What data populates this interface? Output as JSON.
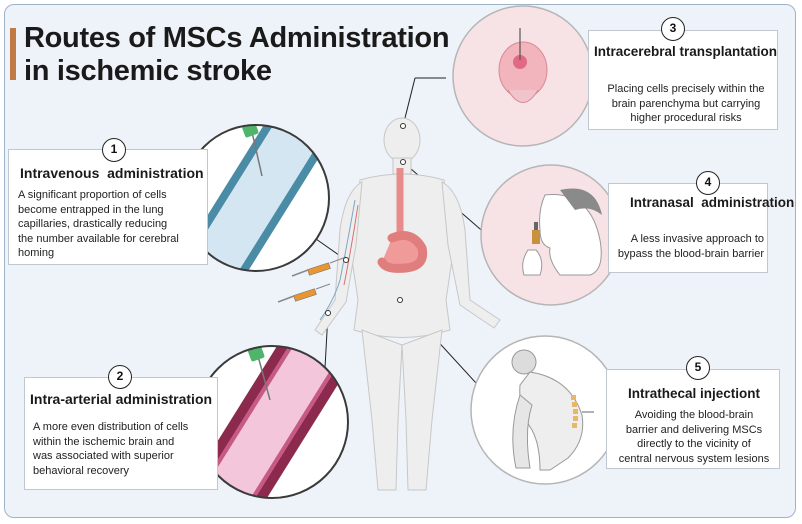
{
  "title": {
    "line1": "Routes of MSCs Administration",
    "line2": "in ischemic stroke"
  },
  "routes": [
    {
      "number": "1",
      "heading": "Intravenous  administration",
      "desc": [
        "A significant proportion of cells",
        "become entrapped in the lung",
        "capillaries, drastically reducing",
        "the number available for cerebral",
        "homing"
      ]
    },
    {
      "number": "2",
      "heading": "Intra-arterial administration",
      "desc": [
        "A more even distribution of cells",
        "within the ischemic brain and",
        "was associated with superior",
        "behavioral recovery"
      ]
    },
    {
      "number": "3",
      "heading": "Intracerebral transplantation",
      "desc": [
        "Placing cells precisely within the",
        "brain parenchyma but  carrying",
        "higher procedural risks"
      ]
    },
    {
      "number": "4",
      "heading": "Intranasal  administration",
      "desc": [
        "A less invasive approach to",
        "bypass the blood-brain barrier"
      ]
    },
    {
      "number": "5",
      "heading": "Intrathecal injectiont",
      "desc": [
        "Avoiding the blood-brain",
        "barrier and delivering MSCs",
        "directly to the vicinity of",
        "central nervous system lesions"
      ]
    }
  ],
  "colors": {
    "frame_bg": "#eef3f9",
    "title_accent": "#c07a45",
    "vein_blue": "#4a8ba6",
    "artery_red": "#8c2a4e",
    "circle_pink": "#f7e3e6",
    "body_fill": "#eeeeee"
  }
}
